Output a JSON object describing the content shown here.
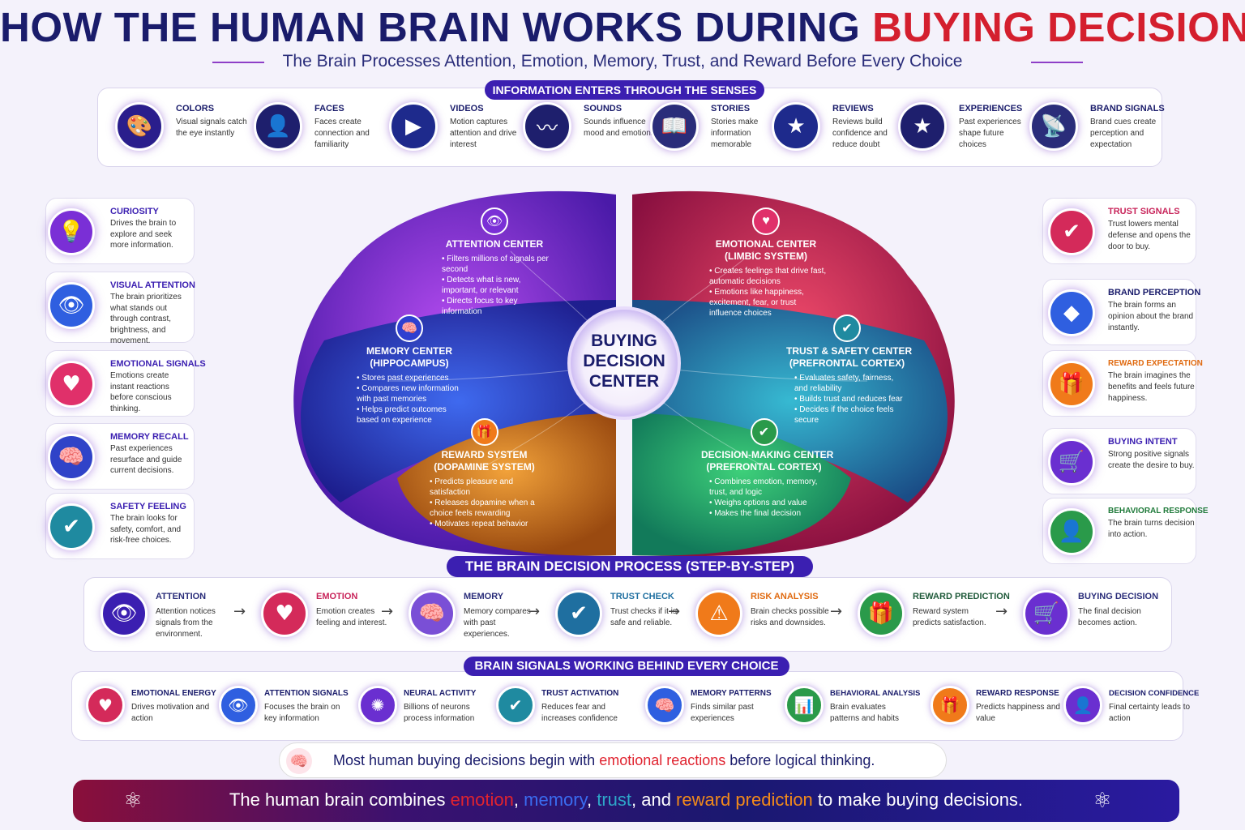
{
  "title": {
    "part1": "HOW THE HUMAN BRAIN WORKS DURING ",
    "part2": "BUYING DECISIONS"
  },
  "subtitle": "The Brain Processes Attention, Emotion, Memory, Trust, and Reward Before Every Choice",
  "senses_heading": "INFORMATION ENTERS THROUGH THE SENSES",
  "senses": [
    {
      "icon": "palette-icon",
      "glyph": "🎨",
      "color": "#2a1e8c",
      "title": "COLORS",
      "desc": "Visual signals catch the eye instantly"
    },
    {
      "icon": "face-icon",
      "glyph": "👤",
      "color": "#1e1f6d",
      "title": "FACES",
      "desc": "Faces create connection and familiarity"
    },
    {
      "icon": "video-icon",
      "glyph": "▶",
      "color": "#1e2a8c",
      "title": "VIDEOS",
      "desc": "Motion captures attention and drive interest"
    },
    {
      "icon": "sound-wave-icon",
      "glyph": "〰",
      "color": "#1e1f6d",
      "title": "SOUNDS",
      "desc": "Sounds influence mood and emotions"
    },
    {
      "icon": "book-icon",
      "glyph": "📖",
      "color": "#2a2d7a",
      "title": "STORIES",
      "desc": "Stories make information memorable"
    },
    {
      "icon": "review-star-icon",
      "glyph": "★",
      "color": "#1e2a8c",
      "title": "REVIEWS",
      "desc": "Reviews build confidence and reduce doubt"
    },
    {
      "icon": "experience-icon",
      "glyph": "★",
      "color": "#1e1f6d",
      "title": "EXPERIENCES",
      "desc": "Past experiences shape future choices"
    },
    {
      "icon": "brand-signal-icon",
      "glyph": "📡",
      "color": "#2a2d7a",
      "title": "BRAND SIGNALS",
      "desc": "Brand cues create perception and expectation"
    }
  ],
  "left_items": [
    {
      "icon": "lightbulb-icon",
      "glyph": "💡",
      "color": "#7a2fd6",
      "title": "CURIOSITY",
      "desc": "Drives the brain to explore and seek more information."
    },
    {
      "icon": "eye-icon",
      "glyph": "👁",
      "color": "#2f5fe0",
      "title": "VISUAL ATTENTION",
      "desc": "The brain prioritizes what stands out through contrast, brightness, and movement."
    },
    {
      "icon": "heart-icon",
      "glyph": "♥",
      "color": "#e0306a",
      "title": "EMOTIONAL SIGNALS",
      "desc": "Emotions create instant reactions before conscious thinking."
    },
    {
      "icon": "brain-icon",
      "glyph": "🧠",
      "color": "#3043c8",
      "title": "MEMORY RECALL",
      "desc": "Past experiences resurface and guide current decisions."
    },
    {
      "icon": "shield-icon",
      "glyph": "✔",
      "color": "#1f8aa0",
      "title": "SAFETY FEELING",
      "desc": "The brain looks for safety, comfort, and risk-free choices."
    }
  ],
  "right_items": [
    {
      "icon": "shield-check-icon",
      "glyph": "✔",
      "color": "#d42a5a",
      "title": "TRUST SIGNALS",
      "title_color": "#c8245a",
      "desc": "Trust lowers mental defense and opens the door to buy."
    },
    {
      "icon": "diamond-icon",
      "glyph": "◆",
      "color": "#2f5fe0",
      "title": "BRAND PERCEPTION",
      "title_color": "#1a1c6b",
      "desc": "The brain forms an opinion about the brand instantly."
    },
    {
      "icon": "gift-icon",
      "glyph": "🎁",
      "color": "#f07a1a",
      "title": "REWARD EXPECTATION",
      "title_color": "#e06a10",
      "desc": "The brain imagines the benefits and feels future happiness."
    },
    {
      "icon": "cart-icon",
      "glyph": "🛒",
      "color": "#6a2fd0",
      "title": "BUYING INTENT",
      "title_color": "#3b1fb1",
      "desc": "Strong positive signals create the desire to buy."
    },
    {
      "icon": "person-check-icon",
      "glyph": "👤",
      "color": "#2a9a4a",
      "title": "BEHAVIORAL RESPONSE",
      "title_color": "#1f7a3a",
      "desc": "The brain turns decision into action."
    }
  ],
  "center": {
    "line1": "BUYING",
    "line2": "DECISION",
    "line3": "CENTER"
  },
  "regions": {
    "attention": {
      "title1": "ATTENTION CENTER",
      "title2": "",
      "bullets": [
        "Filters millions of signals per second",
        "Detects what is new, important, or relevant",
        "Directs focus to key information"
      ]
    },
    "emotional": {
      "title1": "EMOTIONAL CENTER",
      "title2": "(LIMBIC SYSTEM)",
      "bullets": [
        "Creates feelings that drive fast, automatic decisions",
        "Emotions like happiness, excitement, fear, or trust influence choices"
      ]
    },
    "memory": {
      "title1": "MEMORY CENTER",
      "title2": "(HIPPOCAMPUS)",
      "bullets": [
        "Stores past experiences",
        "Compares new information with past memories",
        "Helps predict outcomes based on experience"
      ]
    },
    "trust": {
      "title1": "TRUST & SAFETY CENTER",
      "title2": "(PREFRONTAL CORTEX)",
      "bullets": [
        "Evaluates safety, fairness, and reliability",
        "Builds trust and reduces fear",
        "Decides if the choice feels secure"
      ]
    },
    "reward": {
      "title1": "REWARD SYSTEM",
      "title2": "(DOPAMINE SYSTEM)",
      "bullets": [
        "Predicts pleasure and satisfaction",
        "Releases dopamine when a choice feels rewarding",
        "Motivates repeat behavior"
      ]
    },
    "decision": {
      "title1": "DECISION-MAKING CENTER",
      "title2": "(PREFRONTAL CORTEX)",
      "bullets": [
        "Combines emotion, memory, trust, and logic",
        "Weighs options and value",
        "Makes the final decision"
      ]
    }
  },
  "process_heading": "THE BRAIN DECISION PROCESS (STEP-BY-STEP)",
  "steps": [
    {
      "icon": "eye-icon",
      "glyph": "👁",
      "color": "#3b1fb1",
      "title": "ATTENTION",
      "title_color": "#2a2d7a",
      "desc": "Attention notices signals from the environment."
    },
    {
      "icon": "heart-icon",
      "glyph": "♥",
      "color": "#d42a5a",
      "title": "EMOTION",
      "title_color": "#c8245a",
      "desc": "Emotion creates feeling and interest."
    },
    {
      "icon": "brain-icon",
      "glyph": "🧠",
      "color": "#7a4fd6",
      "title": "MEMORY",
      "title_color": "#2a2d7a",
      "desc": "Memory compares with past experiences."
    },
    {
      "icon": "shield-check-icon",
      "glyph": "✔",
      "color": "#1f6fa0",
      "title": "TRUST CHECK",
      "title_color": "#1f6fa0",
      "desc": "Trust checks if it is safe and reliable."
    },
    {
      "icon": "warning-icon",
      "glyph": "⚠",
      "color": "#f07a1a",
      "title": "RISK ANALYSIS",
      "title_color": "#e06a10",
      "desc": "Brain checks possible risks and downsides."
    },
    {
      "icon": "gift-icon",
      "glyph": "🎁",
      "color": "#2a9a4a",
      "title": "REWARD PREDICTION",
      "title_color": "#1f5a3a",
      "desc": "Reward system predicts satisfaction."
    },
    {
      "icon": "cart-icon",
      "glyph": "🛒",
      "color": "#6a2fd0",
      "title": "BUYING DECISION",
      "title_color": "#2a2d7a",
      "desc": "The final decision becomes action."
    }
  ],
  "signals_heading": "BRAIN SIGNALS WORKING BEHIND EVERY CHOICE",
  "signals": [
    {
      "icon": "heart-pulse-icon",
      "glyph": "♥",
      "color": "#d42a5a",
      "title": "EMOTIONAL ENERGY",
      "desc": "Drives motivation and action"
    },
    {
      "icon": "eye-icon",
      "glyph": "👁",
      "color": "#2f5fe0",
      "title": "ATTENTION SIGNALS",
      "desc": "Focuses the brain on key information"
    },
    {
      "icon": "neuron-icon",
      "glyph": "✺",
      "color": "#6a2fd0",
      "title": "NEURAL ACTIVITY",
      "desc": "Billions of neurons process information"
    },
    {
      "icon": "shield-check-icon",
      "glyph": "✔",
      "color": "#1f8aa0",
      "title": "TRUST ACTIVATION",
      "desc": "Reduces fear and increases confidence"
    },
    {
      "icon": "brain-icon",
      "glyph": "🧠",
      "color": "#2f5fe0",
      "title": "MEMORY PATTERNS",
      "desc": "Finds similar past experiences"
    },
    {
      "icon": "bar-chart-icon",
      "glyph": "📊",
      "color": "#2a9a4a",
      "title": "BEHAVIORAL ANALYSIS",
      "desc": "Brain evaluates patterns and habits"
    },
    {
      "icon": "gift-icon",
      "glyph": "🎁",
      "color": "#f07a1a",
      "title": "REWARD RESPONSE",
      "desc": "Predicts happiness and value"
    },
    {
      "icon": "decision-icon",
      "glyph": "👤",
      "color": "#6a2fd0",
      "title": "DECISION CONFIDENCE",
      "desc": "Final certainty leads to action"
    }
  ],
  "note": {
    "part1": "Most human buying decisions begin with ",
    "part2": "emotional reactions",
    "part3": " before logical thinking."
  },
  "footer": {
    "p1": "The human brain combines ",
    "p2": "emotion",
    "p3": ", ",
    "p4": "memory",
    "p5": ", ",
    "p6": "trust",
    "p7": ", and ",
    "p8": "reward prediction",
    "p9": " to make buying decisions."
  }
}
